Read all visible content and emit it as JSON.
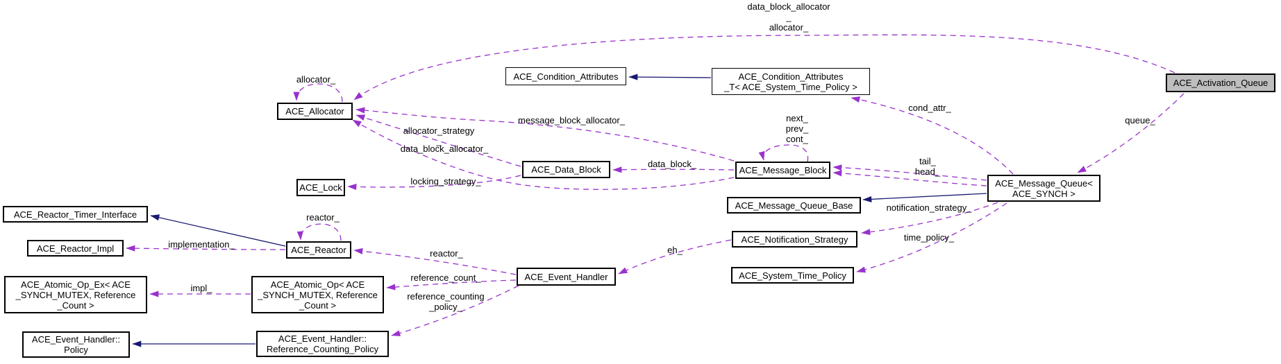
{
  "diagram": {
    "kind": "collaboration-graph",
    "colors": {
      "usage_edge": "#9932CC",
      "inheritance_edge": "#191970",
      "node_fill": "#FFFFFF",
      "highlight_node_fill": "#BEBEBE",
      "node_border": "#000000"
    },
    "nodes": [
      {
        "id": "ace-activation-queue",
        "label": "ACE_Activation_Queue"
      },
      {
        "id": "ace-condition-attributes",
        "label": "ACE_Condition_Attributes"
      },
      {
        "id": "ace-condition-attributes-t",
        "label": "ACE_Condition_Attributes\n_T< ACE_System_Time_Policy >"
      },
      {
        "id": "ace-allocator",
        "label": "ACE_Allocator"
      },
      {
        "id": "ace-data-block",
        "label": "ACE_Data_Block"
      },
      {
        "id": "ace-message-block",
        "label": "ACE_Message_Block"
      },
      {
        "id": "ace-lock",
        "label": "ACE_Lock"
      },
      {
        "id": "ace-message-queue",
        "label": "ACE_Message_Queue<\nACE_SYNCH >"
      },
      {
        "id": "ace-message-queue-base",
        "label": "ACE_Message_Queue_Base"
      },
      {
        "id": "ace-notification-strategy",
        "label": "ACE_Notification_Strategy"
      },
      {
        "id": "ace-system-time-policy",
        "label": "ACE_System_Time_Policy"
      },
      {
        "id": "ace-reactor-timer-interface",
        "label": "ACE_Reactor_Timer_Interface"
      },
      {
        "id": "ace-reactor-impl",
        "label": "ACE_Reactor_Impl"
      },
      {
        "id": "ace-reactor",
        "label": "ACE_Reactor"
      },
      {
        "id": "ace-event-handler",
        "label": "ACE_Event_Handler"
      },
      {
        "id": "ace-atomic-op-ex",
        "label": "ACE_Atomic_Op_Ex< ACE\n_SYNCH_MUTEX, Reference\n_Count >"
      },
      {
        "id": "ace-atomic-op",
        "label": "ACE_Atomic_Op< ACE\n_SYNCH_MUTEX, Reference\n_Count >"
      },
      {
        "id": "ace-event-handler-policy",
        "label": "ACE_Event_Handler::\nPolicy"
      },
      {
        "id": "ace-event-handler-reference-counting-policy",
        "label": "ACE_Event_Handler::\nReference_Counting_Policy"
      }
    ],
    "edge_labels": [
      {
        "text": "data_block_allocator\n_\nallocator_"
      },
      {
        "text": "allocator_"
      },
      {
        "text": "message_block_allocator_"
      },
      {
        "text": "allocator_strategy\n_"
      },
      {
        "text": "data_block_allocator_"
      },
      {
        "text": "locking_strategy_"
      },
      {
        "text": "data_block_"
      },
      {
        "text": "next_\nprev_\ncont_"
      },
      {
        "text": "cond_attr_"
      },
      {
        "text": "queue_"
      },
      {
        "text": "tail_\nhead_"
      },
      {
        "text": "notification_strategy_"
      },
      {
        "text": "time_policy_"
      },
      {
        "text": "eh_"
      },
      {
        "text": "reactor_"
      },
      {
        "text": "reactor_"
      },
      {
        "text": "implementation_"
      },
      {
        "text": "reference_count_"
      },
      {
        "text": "reference_counting\n_policy_"
      },
      {
        "text": "impl_"
      }
    ]
  }
}
